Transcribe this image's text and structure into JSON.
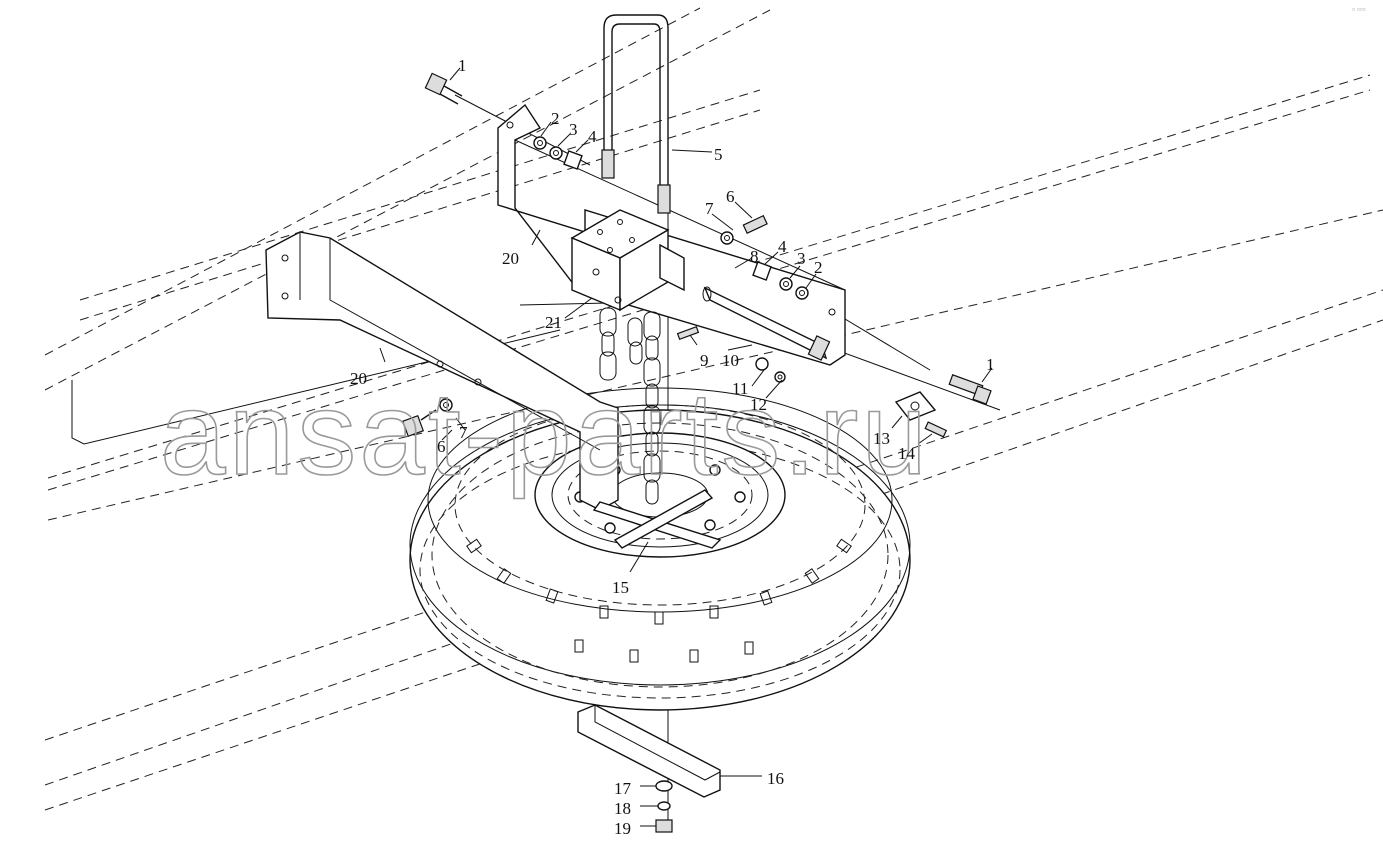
{
  "labels": {
    "l1a": "1",
    "l2a": "2",
    "l3a": "3",
    "l4a": "4",
    "l5": "5",
    "l7a": "7",
    "l6a": "6",
    "l8": "8",
    "l4b": "4",
    "l3b": "3",
    "l2b": "2",
    "l20a": "20",
    "l21": "21",
    "l9": "9",
    "l10": "10",
    "l1b": "1",
    "l20b": "20",
    "l11": "11",
    "l12": "12",
    "l13": "13",
    "l14": "14",
    "l6b": "6",
    "l7b": "7",
    "l15": "15",
    "l16": "16",
    "l17": "17",
    "l18": "18",
    "l19": "19"
  },
  "watermark": "ansat-parts.ru",
  "corner_mark": "▫ ▫▫▫"
}
